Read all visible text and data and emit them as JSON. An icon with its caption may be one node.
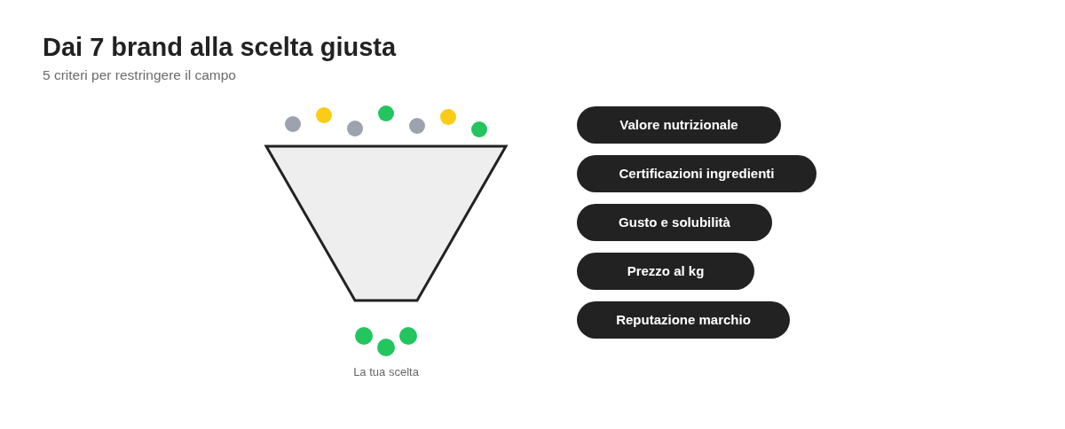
{
  "diagram": {
    "title": "Dai 7 brand alla scelta giusta",
    "caption": "5 criteri per restringere il campo",
    "nodes": [
      {
        "text": [
          "Valore nutrizionale"
        ]
      },
      {
        "text": [
          "Certificazioni ingredienti"
        ]
      },
      {
        "text": [
          "Gusto e solubilità"
        ]
      },
      {
        "text": [
          "Prezzo al kg"
        ]
      },
      {
        "text": [
          "Reputazione marchio"
        ]
      }
    ],
    "labels": [
      "La tua scelta"
    ]
  }
}
